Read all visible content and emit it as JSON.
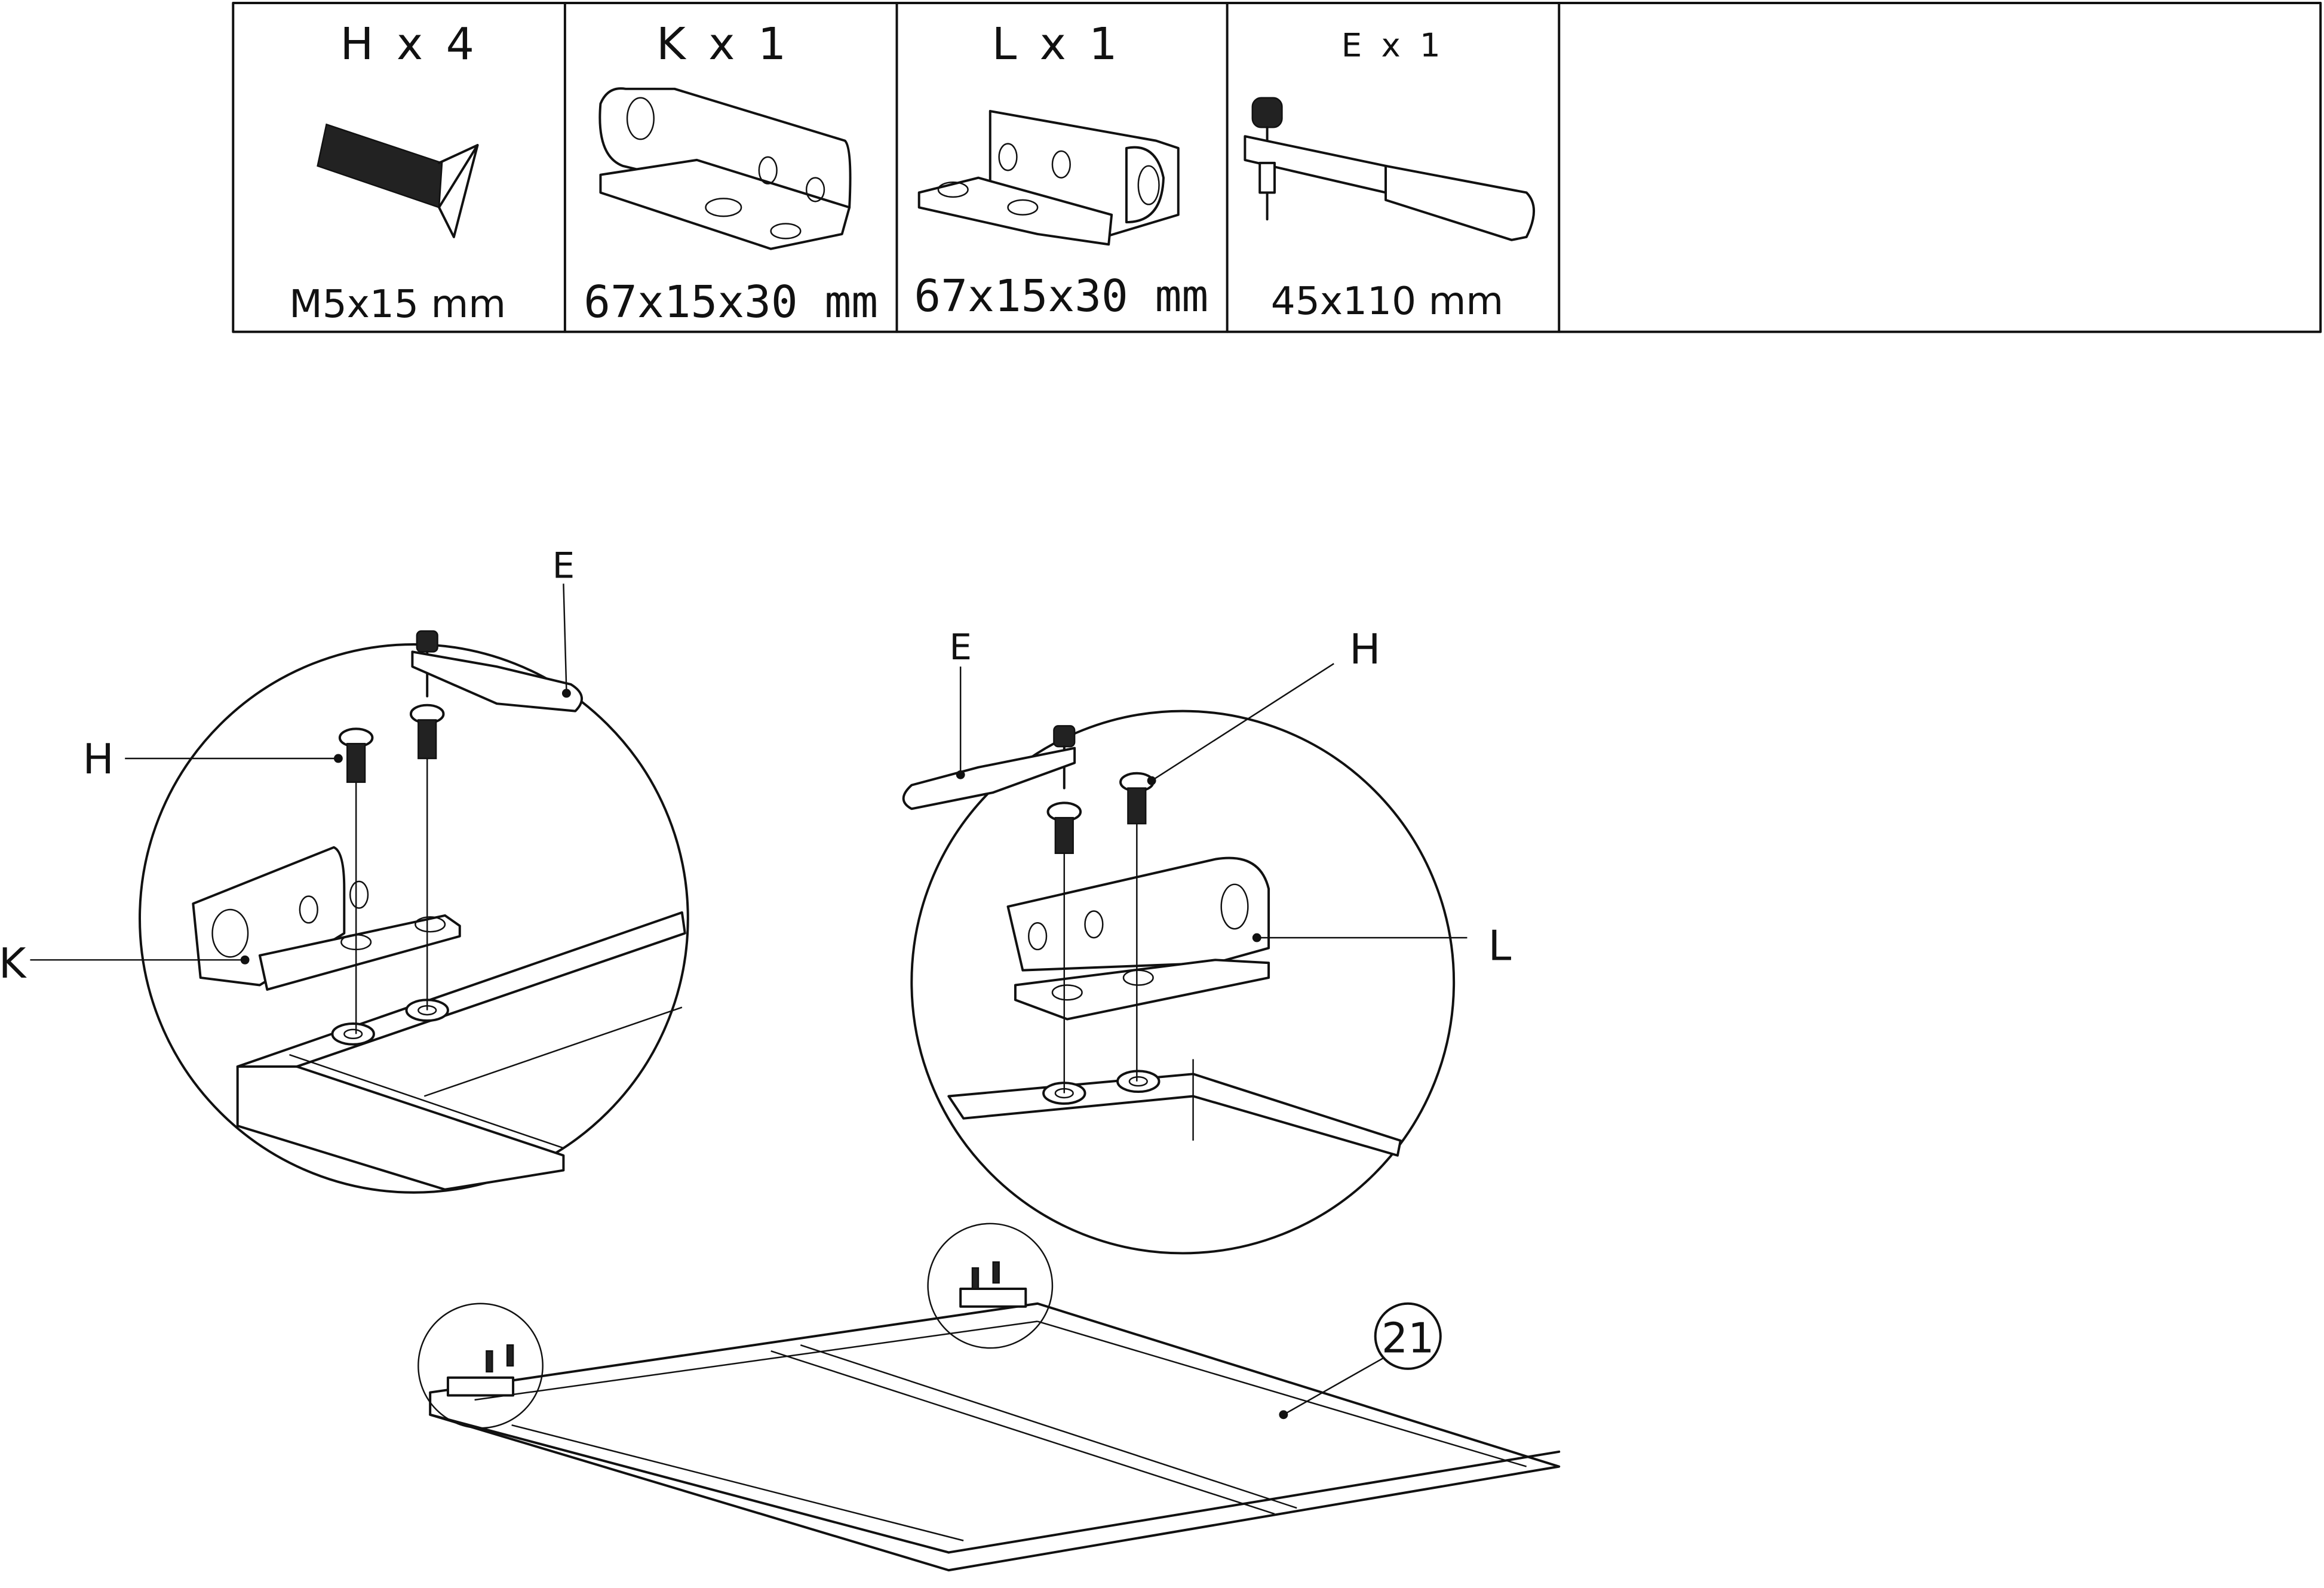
{
  "parts_table": {
    "columns": [
      {
        "label": "H x 4",
        "part": "screw",
        "size": "M5x15 mm"
      },
      {
        "label": "K x 1",
        "part": "hinge-bracket-k",
        "size": "67x15x30 mm"
      },
      {
        "label": "L x 1",
        "part": "hinge-bracket-l",
        "size": "67x15x30 mm"
      },
      {
        "label": "E x 1",
        "part": "hinge-arm",
        "size": "45x110 mm"
      }
    ]
  },
  "callouts": {
    "left_detail": {
      "e": "E",
      "h": "H",
      "k": "K"
    },
    "right_detail": {
      "e": "E",
      "h": "H",
      "l": "L"
    },
    "step_number": "21"
  }
}
